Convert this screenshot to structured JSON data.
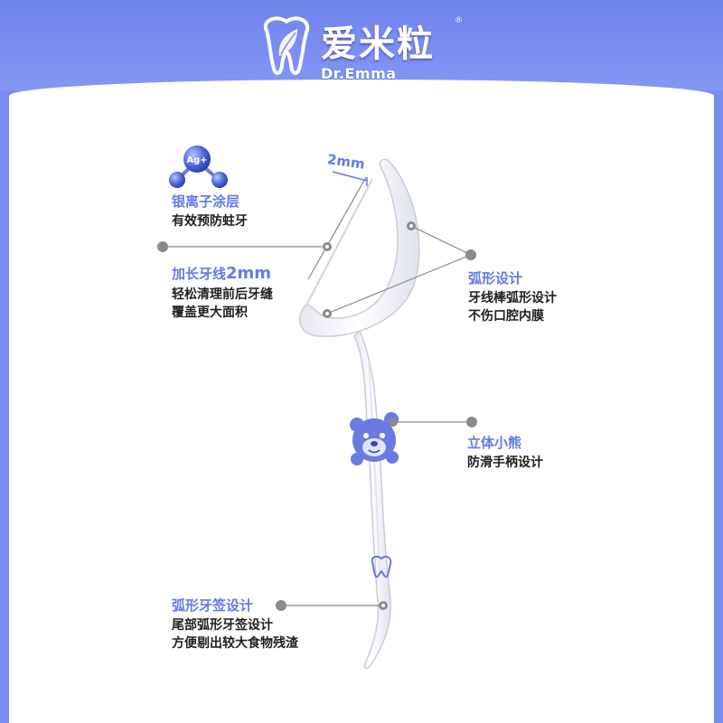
{
  "brand": {
    "name_cn": "爱米粒",
    "name_en": "Dr.Emma"
  },
  "dimension_label": "2mm",
  "badge_icon_text": "Ag+",
  "features": [
    {
      "title": "银离子涂层",
      "lines": [
        "有效预防蛀牙"
      ]
    },
    {
      "title_prefix": "加长牙线",
      "title_emph": "2mm",
      "lines": [
        "轻松清理前后牙缝",
        "覆盖更大面积"
      ]
    },
    {
      "title": "弧形设计",
      "lines": [
        "牙线棒弧形设计",
        "不伤口腔内膜"
      ]
    },
    {
      "title": "立体小熊",
      "lines": [
        "防滑手柄设计"
      ]
    },
    {
      "title": "弧形牙签设计",
      "lines": [
        "尾部弧形牙签设计",
        "方便剔出较大食物残渣"
      ]
    }
  ],
  "colors": {
    "header_bg": "#7a8cf0",
    "card_bg": "#ffffff",
    "accent_blue": "#6479ea",
    "body_text": "#1f1f1f",
    "bear_blue": "#6a7ae0",
    "leader_gray": "#8a8a8a"
  }
}
